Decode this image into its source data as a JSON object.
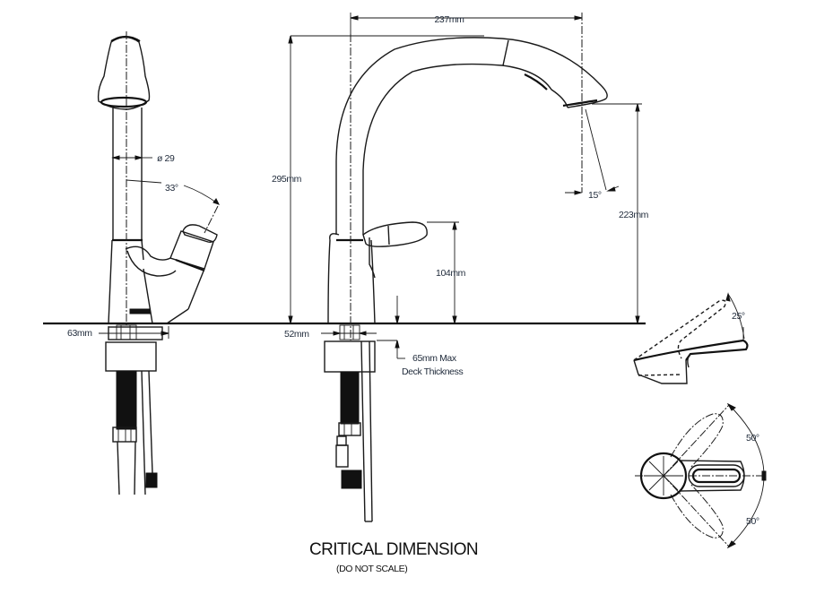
{
  "drawing": {
    "title": "CRITICAL DIMENSION",
    "subtitle": "(DO NOT SCALE)"
  },
  "side_view": {
    "dimensions": {
      "diameter": "ø 29",
      "handle_angle": "33°",
      "base_width": "63mm"
    }
  },
  "front_view": {
    "dimensions": {
      "reach": "237mm",
      "height": "295mm",
      "spout_angle": "15°",
      "spout_height": "223mm",
      "handle_height": "104mm",
      "shank": "52mm",
      "deck_thickness_line1": "65mm Max",
      "deck_thickness_line2": "Deck Thickness"
    }
  },
  "handle_detail": {
    "tilt_angle": "25°",
    "rotation_up": "50°",
    "rotation_down": "50°"
  }
}
